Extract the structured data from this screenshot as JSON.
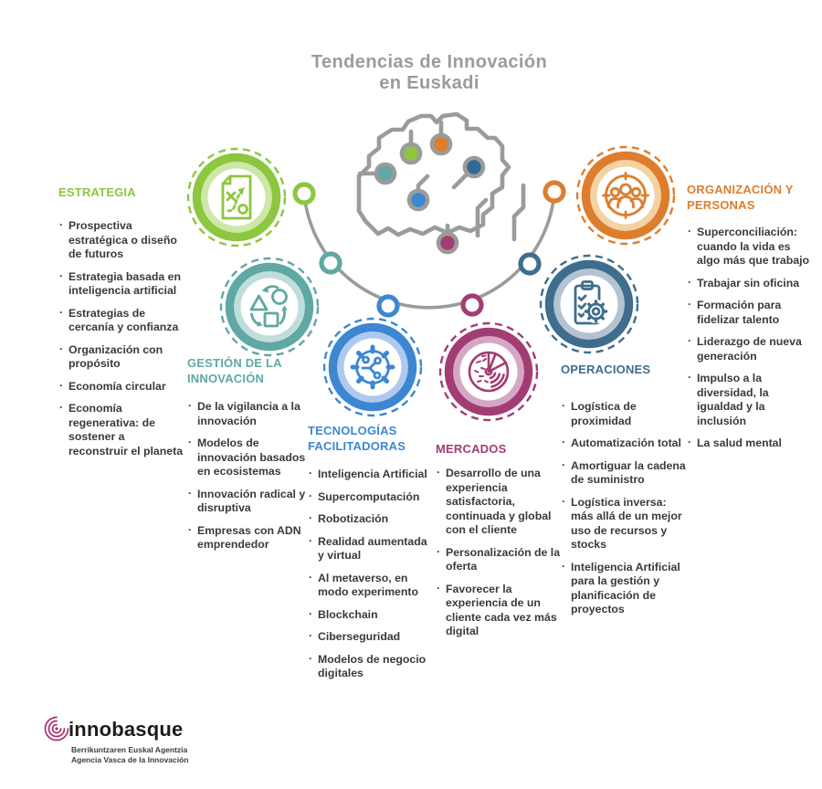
{
  "title": {
    "line1": "Tendencias de Innovación",
    "line2": "en Euskadi"
  },
  "brain": {
    "icon": "brain-circuit-icon",
    "line_color": "#9b9b9b",
    "node_colors": [
      "#5fa8a4",
      "#8dc63f",
      "#dd7e2e",
      "#2f6b94",
      "#3d87d2",
      "#a23d74"
    ]
  },
  "categories": [
    {
      "id": "estrategia",
      "label": "ESTRATEGIA",
      "color": "#8dc63f",
      "light_color": "#cde7a7",
      "icon": "strategy-plan-icon",
      "items": [
        "Prospectiva estratégica o diseño de futuros",
        "Estrategia basada en inteligencia artificial",
        "Estrategias de cercanía y confianza",
        "Organización con propósito",
        "Economía circular",
        "Economía regenerativa: de sostener a reconstruir el planeta"
      ]
    },
    {
      "id": "gestion-innovacion",
      "label": "GESTIÓN DE LA INNOVACIÓN",
      "color": "#5fa8a4",
      "light_color": "#bfdedb",
      "icon": "shapes-cycle-icon",
      "items": [
        "De la vigilancia a la innovación",
        "Modelos de innovación basados en ecosistemas",
        "Innovación radical y disruptiva",
        "Empresas con ADN emprendedor"
      ]
    },
    {
      "id": "tecnologias-facilitadoras",
      "label": "TECNOLOGÍAS FACILITADORAS",
      "color": "#3d87d2",
      "light_color": "#aec9ee",
      "icon": "gear-circuit-icon",
      "items": [
        "Inteligencia Artificial",
        "Supercomputación",
        "Robotización",
        "Realidad aumentada y virtual",
        "Al metaverso, en modo experimento",
        "Blockchain",
        "Ciberseguridad",
        "Modelos de negocio digitales"
      ]
    },
    {
      "id": "mercados",
      "label": "MERCADOS",
      "color": "#a23d74",
      "light_color": "#d4a8c4",
      "icon": "pie-chart-icon",
      "items": [
        "Desarrollo de una experiencia satisfactoria, continuada y global con el cliente",
        "Personalización de la oferta",
        "Favorecer la experiencia de un cliente cada vez más digital"
      ]
    },
    {
      "id": "operaciones",
      "label": "OPERACIONES",
      "color": "#3f6d8e",
      "light_color": "#b3c3d1",
      "icon": "clipboard-gear-icon",
      "items": [
        "Logística de proximidad",
        "Automatización total",
        "Amortiguar la cadena de suministro",
        "Logística inversa: más allá de un mejor uso de recursos y stocks",
        "Inteligencia Artificial para la gestión y planificación de proyectos"
      ]
    },
    {
      "id": "organizacion-personas",
      "label": "ORGANIZACIÓN Y PERSONAS",
      "color": "#dd7e2e",
      "light_color": "#f3d2a4",
      "icon": "people-group-icon",
      "items": [
        "Superconciliación: cuando la vida es algo más que trabajo",
        "Trabajar sin oficina",
        "Formación para fidelizar talento",
        "Liderazgo de nueva generación",
        "Impulso a la diversidad, la igualdad y la inclusión",
        "La salud mental"
      ]
    }
  ],
  "logo": {
    "name": "innobasque",
    "tagline_line1": "Berrikuntzaren Euskal Agentzia",
    "tagline_line2": "Agencia Vasca de la Innovación",
    "icon": "spiral-icon",
    "icon_color": "#a82c72"
  }
}
